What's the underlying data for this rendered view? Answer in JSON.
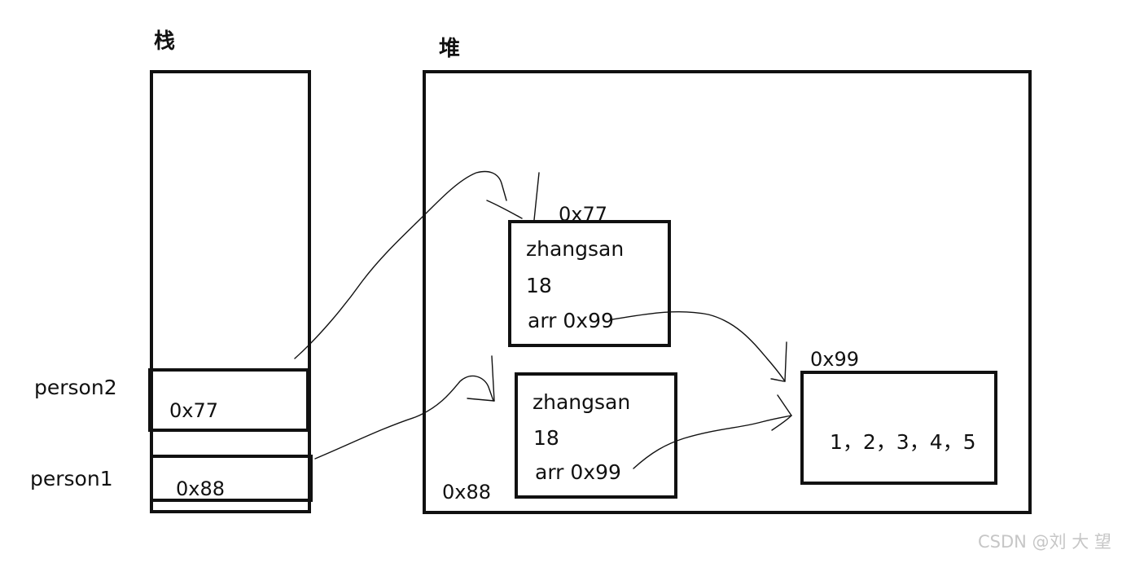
{
  "stack": {
    "title": "栈",
    "vars": [
      {
        "name": "person2",
        "value": "0x77"
      },
      {
        "name": "person1",
        "value": "0x88"
      }
    ]
  },
  "heap": {
    "title": "堆",
    "objects": [
      {
        "address": "0x77",
        "name": "zhangsan",
        "age": "18",
        "arr": "arr 0x99"
      },
      {
        "address": "0x88",
        "name": "zhangsan",
        "age": "18",
        "arr": "arr 0x99"
      }
    ],
    "array": {
      "address": "0x99",
      "values": "1，2，3，4，5"
    }
  },
  "watermark": "CSDN @刘 大 望",
  "colors": {
    "ink": "#111111",
    "watermark": "#c6c6c6"
  }
}
